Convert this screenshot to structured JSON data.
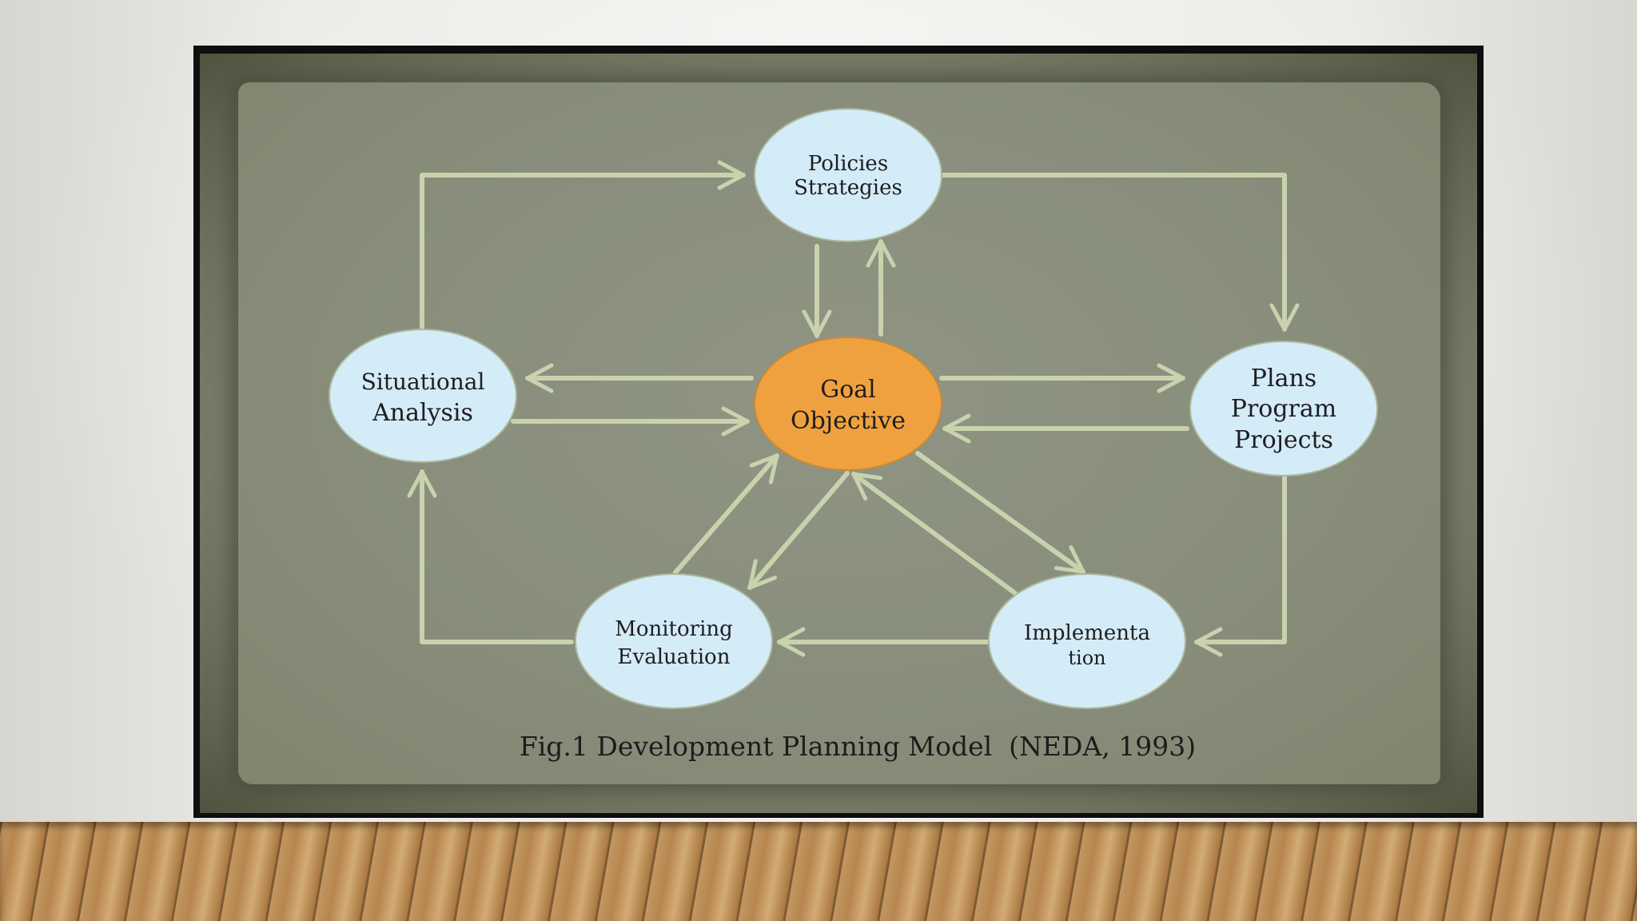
{
  "diagram": {
    "caption": "Fig.1 Development Planning Model  (NEDA, 1993)",
    "colors": {
      "node_fill": "#d4ebf8",
      "center_fill": "#f0a13f",
      "arrow": "#c9d2ad"
    },
    "nodes": {
      "policies": {
        "line1": "Policies",
        "line2": "Strategies"
      },
      "goal": {
        "line1": "Goal",
        "line2": "Objective"
      },
      "situational": {
        "line1": "Situational",
        "line2": "Analysis"
      },
      "plans": {
        "line1": "Plans",
        "line2": "Program",
        "line3": "Projects"
      },
      "monitoring": {
        "line1": "Monitoring",
        "line2": "Evaluation"
      },
      "implementation": {
        "line1": "Implementa",
        "line2": "tion"
      }
    }
  }
}
